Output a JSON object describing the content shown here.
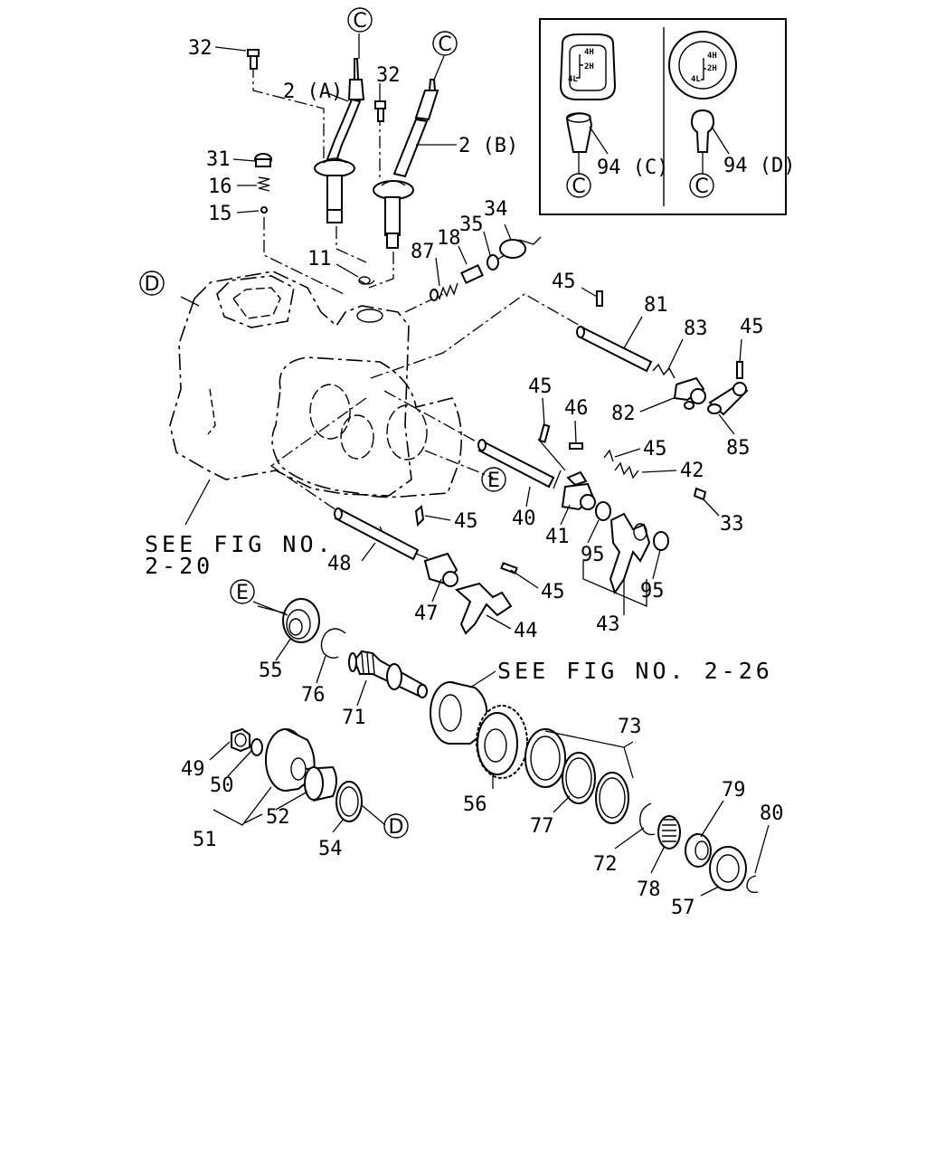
{
  "diagram": {
    "callouts": [
      {
        "id": "c1",
        "text": "C"
      },
      {
        "id": "c2",
        "text": "C"
      },
      {
        "id": "c3",
        "text": "C"
      },
      {
        "id": "c4",
        "text": "C"
      },
      {
        "id": "d1",
        "text": "D"
      },
      {
        "id": "d2",
        "text": "D"
      },
      {
        "id": "e1",
        "text": "E"
      },
      {
        "id": "e2",
        "text": "E"
      }
    ],
    "part_labels": [
      "32",
      "2 (A)",
      "32",
      "2 (B)",
      "31",
      "16",
      "15",
      "11",
      "87",
      "18",
      "35",
      "34",
      "45",
      "81",
      "83",
      "45",
      "82",
      "85",
      "45",
      "46",
      "45",
      "42",
      "33",
      "40",
      "41",
      "95",
      "95",
      "43",
      "45",
      "48",
      "47",
      "45",
      "44",
      "55",
      "76",
      "71",
      "49",
      "50",
      "51",
      "52",
      "54",
      "56",
      "73",
      "77",
      "72",
      "78",
      "79",
      "80",
      "57",
      "94 (C)",
      "94 (D)"
    ],
    "references": {
      "fig_2_20_line1": "SEE FIG NO.",
      "fig_2_20_line2": "2-20",
      "fig_2_26": "SEE FIG NO. 2-26"
    },
    "shift_pattern": {
      "h4": "4H",
      "h2": "2H",
      "l4": "4L"
    }
  }
}
